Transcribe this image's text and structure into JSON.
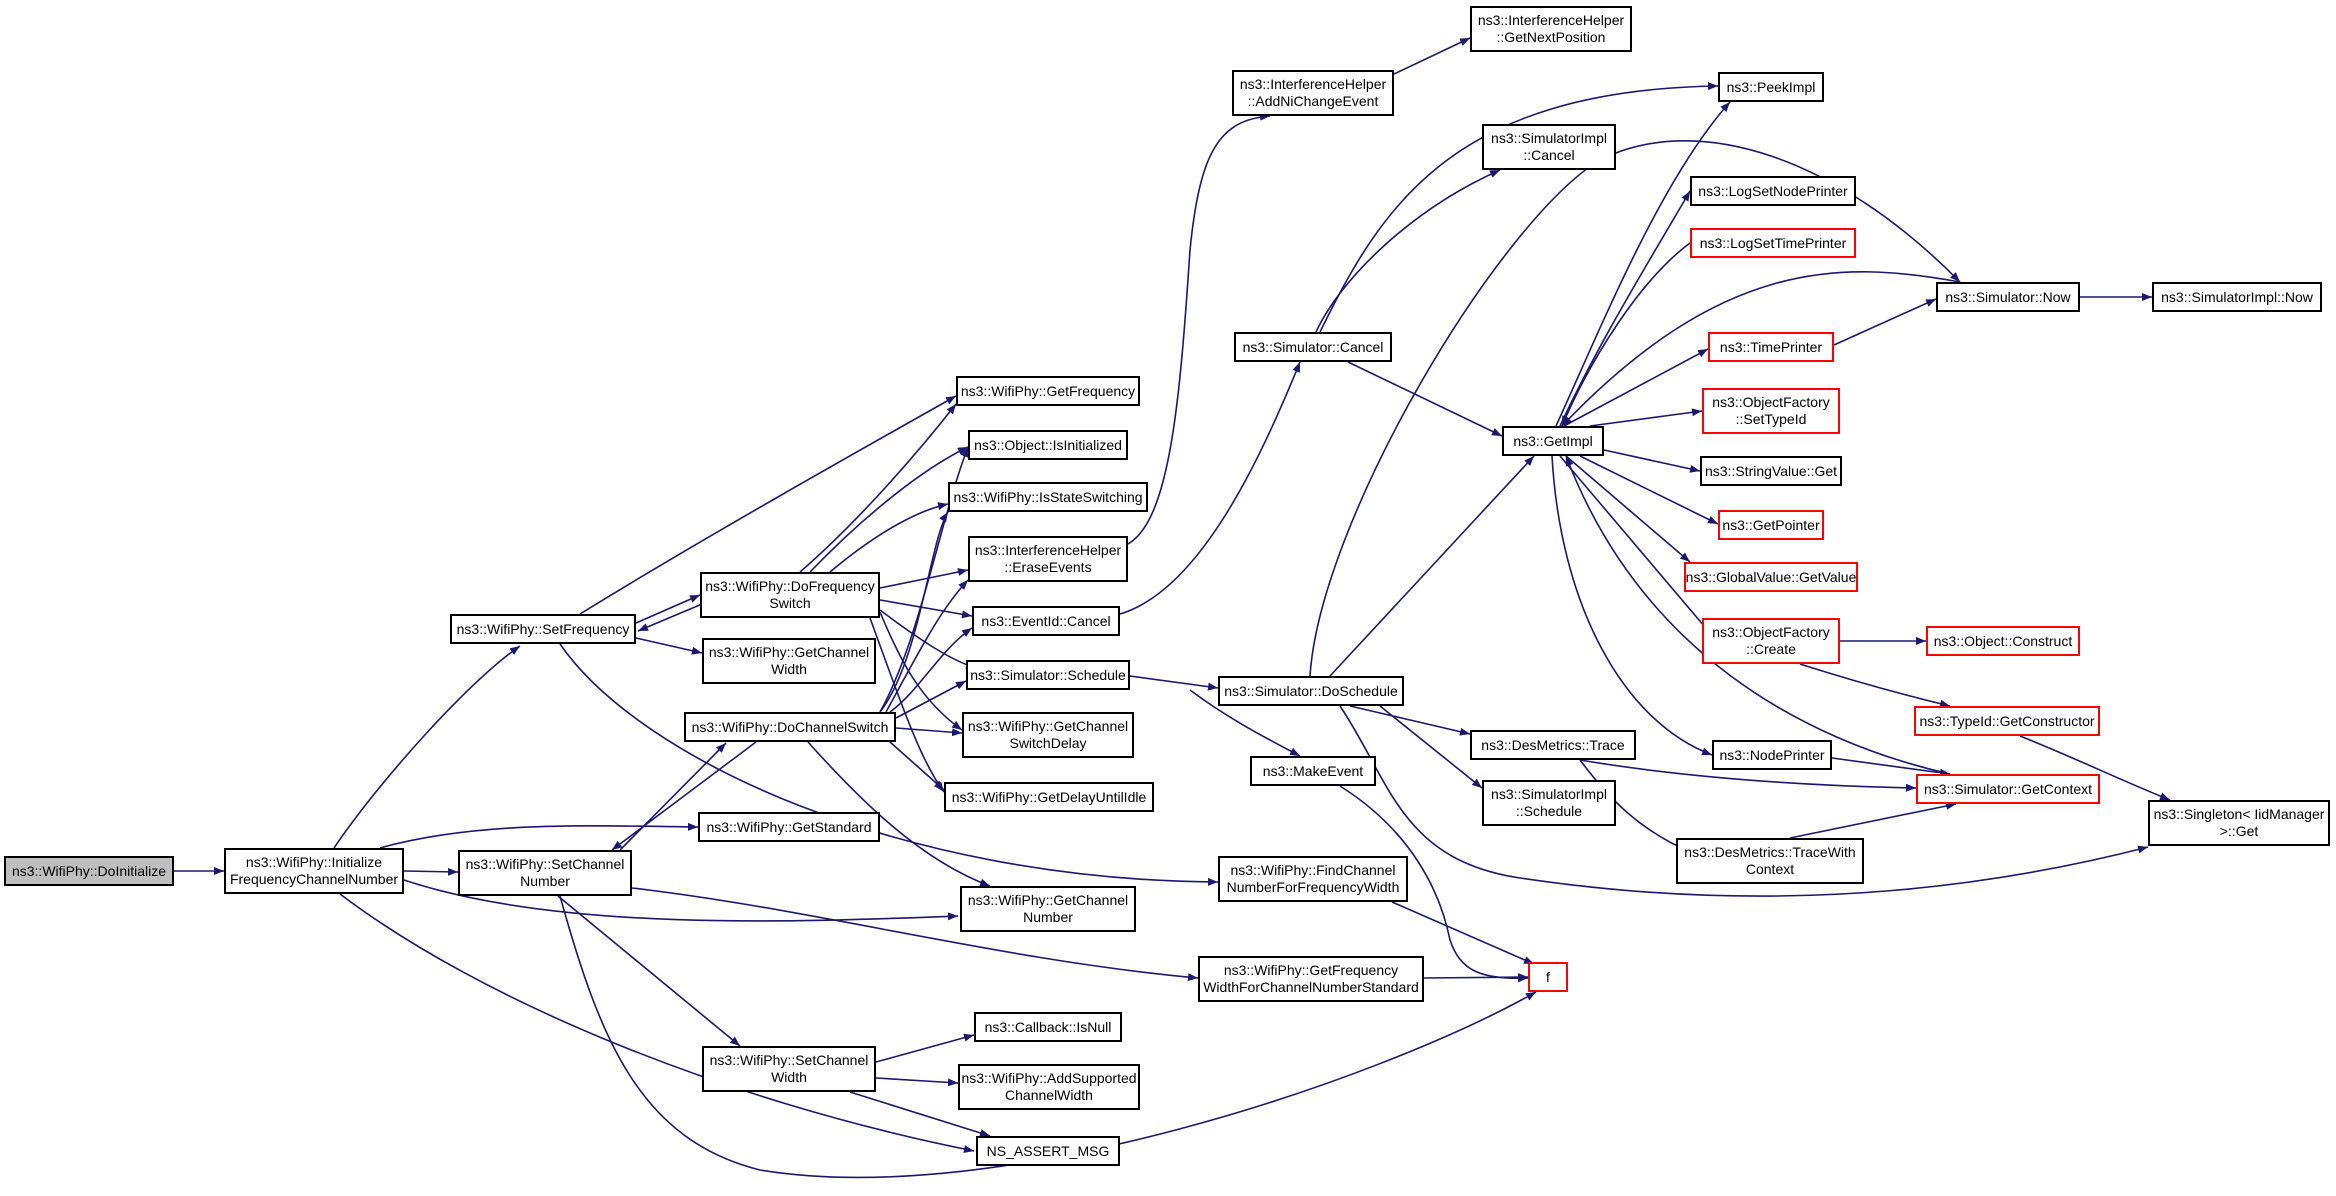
{
  "colors": {
    "edge": "#191970",
    "border": "#000000",
    "border_red": "#ff0000",
    "root_fill": "#bfbfbf"
  },
  "nodes": {
    "doinit": "ns3::WifiPhy::DoInitialize",
    "initfreq": "ns3::WifiPhy::Initialize\nFrequencyChannelNumber",
    "setfreq": "ns3::WifiPhy::SetFrequency",
    "setchnum": "ns3::WifiPhy::SetChannel\nNumber",
    "dofreqsw": "ns3::WifiPhy::DoFrequency\nSwitch",
    "getchwidth": "ns3::WifiPhy::GetChannel\nWidth",
    "dochsw": "ns3::WifiPhy::DoChannelSwitch",
    "getstd": "ns3::WifiPhy::GetStandard",
    "setchwidth": "ns3::WifiPhy::SetChannel\nWidth",
    "getfreq": "ns3::WifiPhy::GetFrequency",
    "isinit": "ns3::Object::IsInitialized",
    "isstatesw": "ns3::WifiPhy::IsStateSwitching",
    "eraseev": "ns3::InterferenceHelper\n::EraseEvents",
    "evcancel": "ns3::EventId::Cancel",
    "schedule": "ns3::Simulator::Schedule",
    "getswdelay": "ns3::WifiPhy::GetChannel\nSwitchDelay",
    "getdelay": "ns3::WifiPhy::GetDelayUntilIdle",
    "getchnum": "ns3::WifiPhy::GetChannel\nNumber",
    "cbisnull": "ns3::Callback::IsNull",
    "addsupp": "ns3::WifiPhy::AddSupported\nChannelWidth",
    "nsassert": "NS_ASSERT_MSG",
    "addni": "ns3::InterferenceHelper\n::AddNiChangeEvent",
    "simcancel": "ns3::Simulator::Cancel",
    "dosched": "ns3::Simulator::DoSchedule",
    "makeev": "ns3::MakeEvent",
    "findch": "ns3::WifiPhy::FindChannel\nNumberForFrequencyWidth",
    "getfwstd": "ns3::WifiPhy::GetFrequency\nWidthForChannelNumberStandard",
    "getnextpos": "ns3::InterferenceHelper\n::GetNextPosition",
    "implcancel": "ns3::SimulatorImpl\n::Cancel",
    "peekimpl": "ns3::PeekImpl",
    "getimpl": "ns3::GetImpl",
    "destrace": "ns3::DesMetrics::Trace",
    "implsched": "ns3::SimulatorImpl\n::Schedule",
    "destracectx": "ns3::DesMetrics::TraceWith\nContext",
    "f": "f",
    "lognode": "ns3::LogSetNodePrinter",
    "logtime": "ns3::LogSetTimePrinter",
    "timeprinter": "ns3::TimePrinter",
    "ofsettype": "ns3::ObjectFactory\n::SetTypeId",
    "strget": "ns3::StringValue::Get",
    "getptr": "ns3::GetPointer",
    "gvgetval": "ns3::GlobalValue::GetValue",
    "ofcreate": "ns3::ObjectFactory\n::Create",
    "nodeprinter": "ns3::NodePrinter",
    "simnow": "ns3::Simulator::Now",
    "objconstruct": "ns3::Object::Construct",
    "tidgetctor": "ns3::TypeId::GetConstructor",
    "getctx": "ns3::Simulator::GetContext",
    "implnow": "ns3::SimulatorImpl::Now",
    "singleton": "ns3::Singleton< IidManager\n>::Get"
  }
}
